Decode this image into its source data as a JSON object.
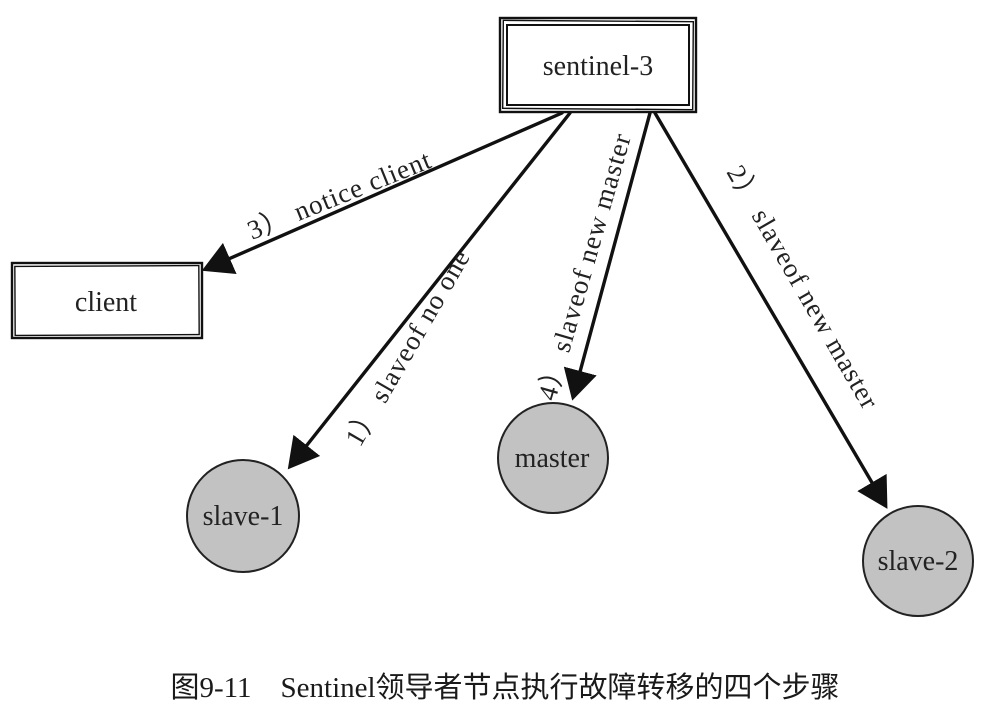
{
  "nodes": {
    "sentinel": {
      "label": "sentinel-3"
    },
    "client": {
      "label": "client"
    },
    "slave1": {
      "label": "slave-1"
    },
    "master": {
      "label": "master"
    },
    "slave2": {
      "label": "slave-2"
    }
  },
  "edges": {
    "notice_client": "3） notice client",
    "slaveof_no_one": "1） slaveof no one",
    "slaveof_new_master_master": "4） slaveof new master",
    "slaveof_new_master_slave2": "2） slaveof new master"
  },
  "caption": "图9-11　Sentinel领导者节点执行故障转移的四个步骤",
  "colors": {
    "node_fill": "#c2c2c2",
    "stroke": "#111111"
  }
}
